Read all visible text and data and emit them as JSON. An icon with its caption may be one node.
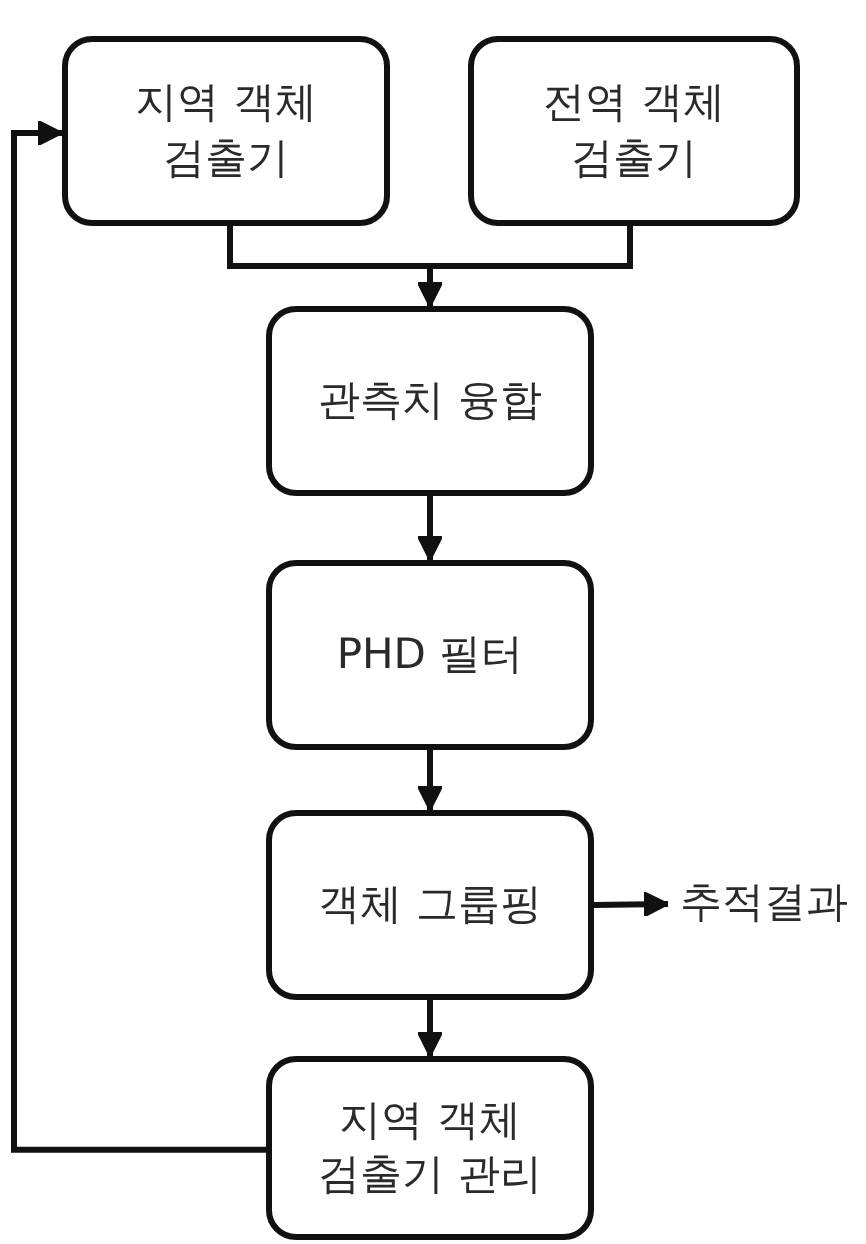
{
  "diagram": {
    "nodes": [
      {
        "text": [
          "지역 객체 검출기"
        ]
      },
      {
        "text": [
          "전역 객체 검출기"
        ]
      },
      {
        "text": [
          "관측치 융합"
        ]
      },
      {
        "text": [
          "PHD 필터"
        ]
      },
      {
        "text": [
          "객체 그룹핑"
        ]
      },
      {
        "text": [
          "추적결과"
        ]
      },
      {
        "text": [
          "지역 객체 검출기 관리"
        ]
      }
    ],
    "edges": [
      {
        "from": 0,
        "to": 2,
        "arrow": "to"
      },
      {
        "from": 1,
        "to": 2,
        "arrow": "to"
      },
      {
        "from": 2,
        "to": 3,
        "arrow": "to"
      },
      {
        "from": 3,
        "to": 4,
        "arrow": "to"
      },
      {
        "from": 4,
        "to": 5,
        "arrow": "to"
      },
      {
        "from": 4,
        "to": 6,
        "arrow": "to"
      },
      {
        "from": 6,
        "to": 0,
        "arrow": "to"
      }
    ]
  }
}
